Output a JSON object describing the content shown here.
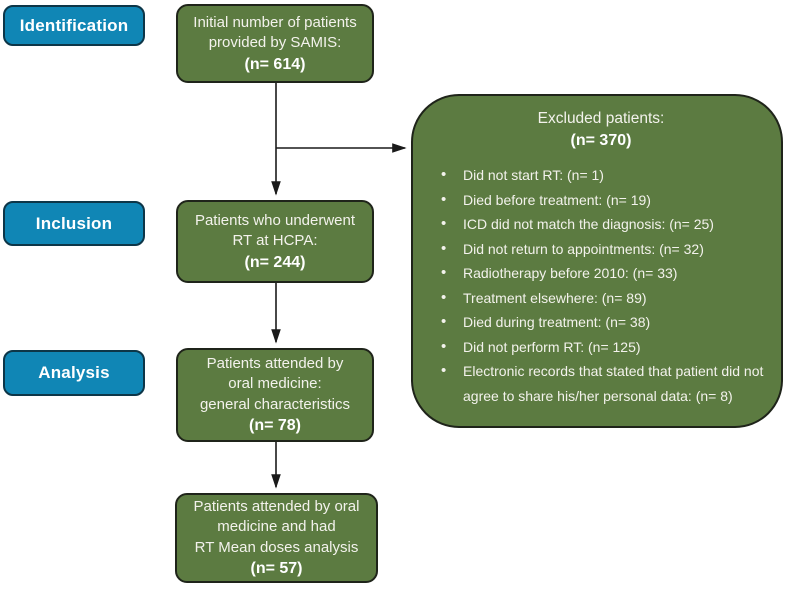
{
  "palette": {
    "green": "#5c7b41",
    "green_border": "#1f241a",
    "blue": "#1086b5",
    "blue_border": "#0d3648",
    "ink": "#1a1a1a",
    "text_light": "#f3f2ec"
  },
  "stages": [
    {
      "label": "Identification"
    },
    {
      "label": "Inclusion"
    },
    {
      "label": "Analysis"
    }
  ],
  "flow_boxes": [
    {
      "text": "Initial number of patients\nprovided by SAMIS:",
      "count": "(n= 614)"
    },
    {
      "text": "Patients who underwent\nRT at HCPA:",
      "count": "(n= 244)"
    },
    {
      "text": "Patients attended by\noral medicine:\ngeneral characteristics",
      "count": "(n= 78)"
    },
    {
      "text": "Patients attended by oral\nmedicine and had\nRT Mean doses analysis",
      "count": "(n= 57)"
    }
  ],
  "excluded": {
    "title": "Excluded patients:",
    "count": "(n= 370)",
    "bullet": "•",
    "items": [
      "Did not start RT: (n= 1)",
      "Died before treatment: (n= 19)",
      "ICD did not match the diagnosis: (n= 25)",
      "Did not return to appointments: (n= 32)",
      "Radiotherapy before 2010: (n= 33)",
      "Treatment elsewhere: (n= 89)",
      "Died during treatment: (n= 38)",
      "Did not perform RT: (n= 125)",
      "Electronic records that stated that patient did not\nagree to share his/her personal data: (n= 8)"
    ]
  }
}
